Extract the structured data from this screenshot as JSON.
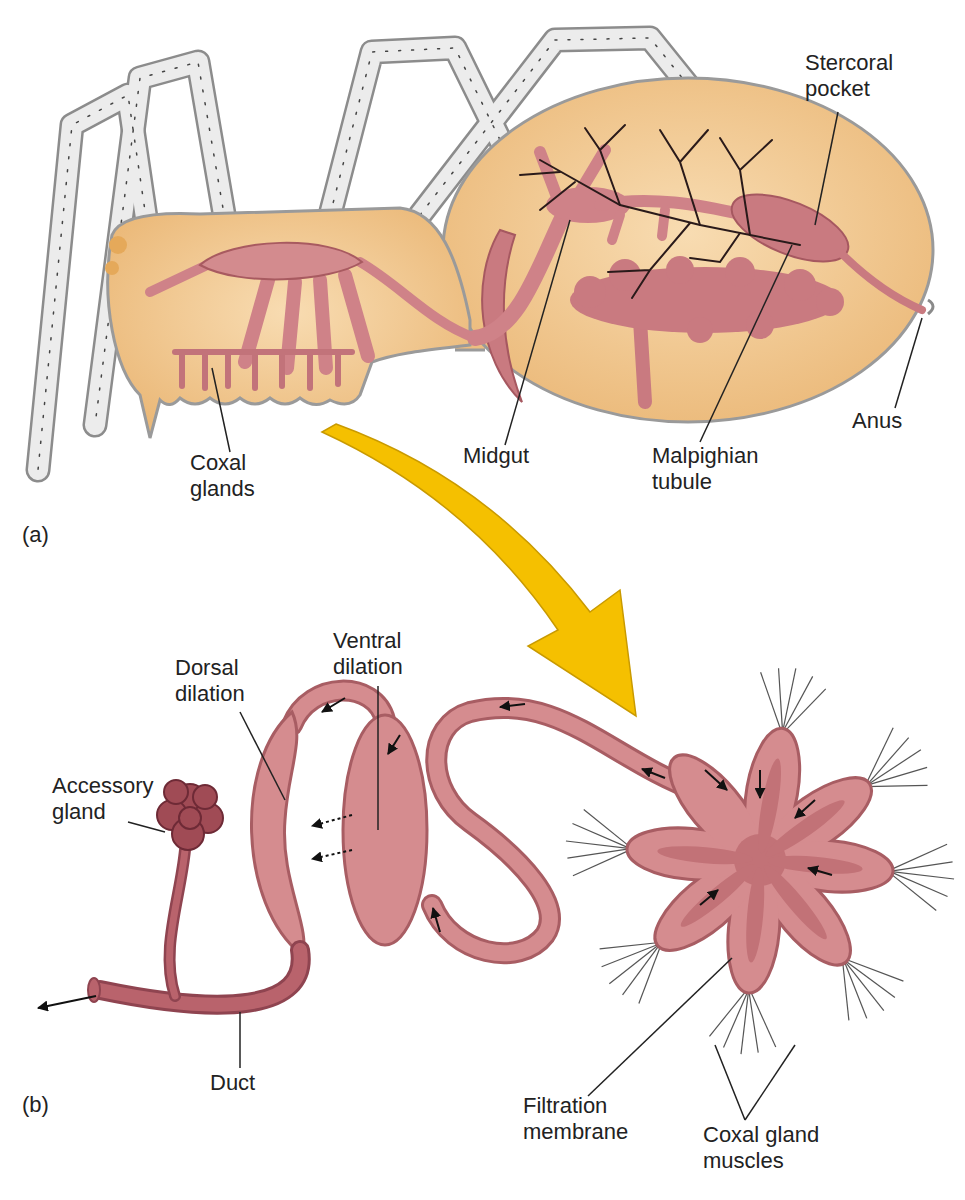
{
  "diagram": {
    "labels": [
      "Stercoral pocket",
      "Coxal glands",
      "Midgut",
      "Malpighian tubule",
      "Anus",
      "(a)",
      "Dorsal dilation",
      "Ventral dilation",
      "Accessory gland",
      "Duct",
      "(b)",
      "Filtration membrane",
      "Coxal gland muscles"
    ]
  }
}
